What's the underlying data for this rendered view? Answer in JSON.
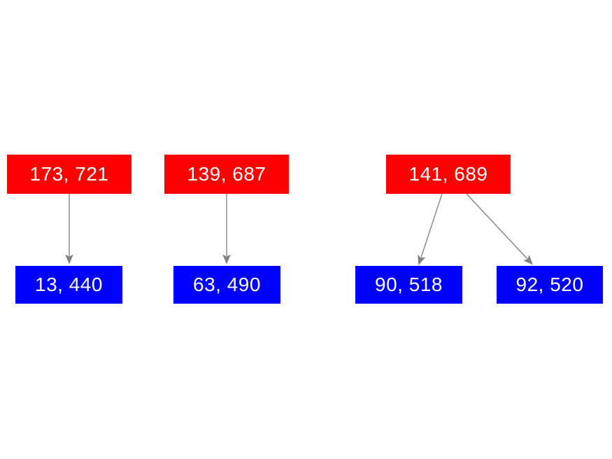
{
  "diagram": {
    "background_color": "#ffffff",
    "parent_node_color": "#ff0000",
    "child_node_color": "#0000ff",
    "node_text_color": "#ffffff",
    "edge_color": "#808080",
    "nodes": [
      {
        "id": "p1",
        "label": "173, 721",
        "type": "parent"
      },
      {
        "id": "p2",
        "label": "139, 687",
        "type": "parent"
      },
      {
        "id": "p3",
        "label": "141, 689",
        "type": "parent"
      },
      {
        "id": "c1",
        "label": "13, 440",
        "type": "child"
      },
      {
        "id": "c2",
        "label": "63, 490",
        "type": "child"
      },
      {
        "id": "c3",
        "label": "90, 518",
        "type": "child"
      },
      {
        "id": "c4",
        "label": "92, 520",
        "type": "child"
      }
    ],
    "edges": [
      {
        "from": "173, 721",
        "to": "13, 440"
      },
      {
        "from": "139, 687",
        "to": "63, 490"
      },
      {
        "from": "141, 689",
        "to": "90, 518"
      },
      {
        "from": "141, 689",
        "to": "92, 520"
      }
    ]
  }
}
